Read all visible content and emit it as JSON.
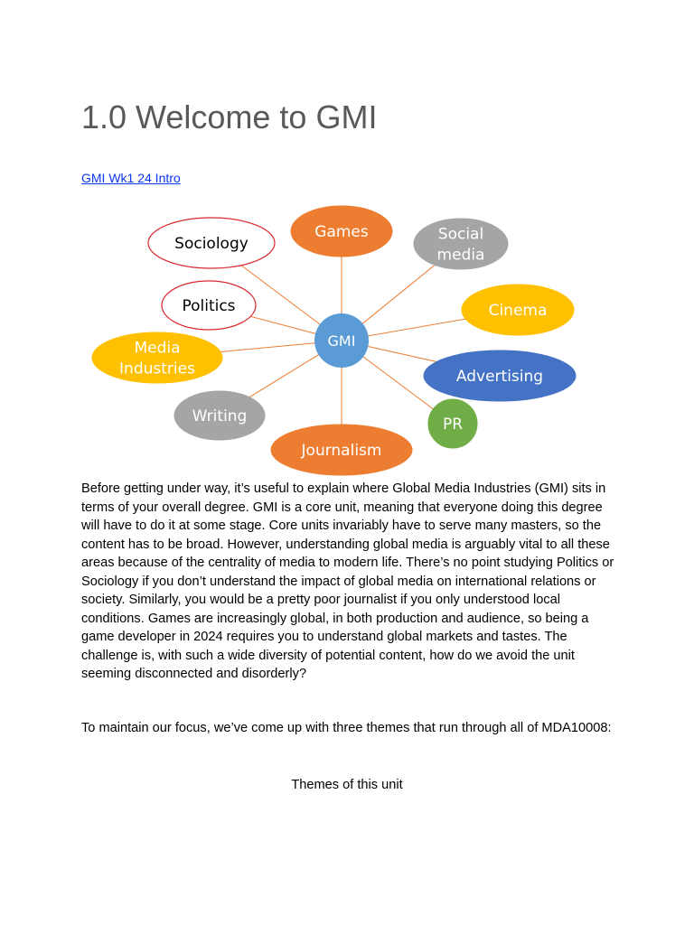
{
  "page_title": "1.0 Welcome to GMI",
  "link_text": "GMI Wk1 24 Intro",
  "diagram": {
    "center": "GMI",
    "nodes": [
      {
        "id": "sociology",
        "lines": [
          "Sociology"
        ],
        "fill": "#ffffff",
        "stroke": "#d9262e",
        "text_color": "#000000"
      },
      {
        "id": "games",
        "lines": [
          "Games"
        ],
        "fill": "#ed7d31",
        "stroke": "#ed7d31",
        "text_color": "#ffffff"
      },
      {
        "id": "social-media",
        "lines": [
          "Social",
          "media"
        ],
        "fill": "#a5a5a5",
        "stroke": "#a5a5a5",
        "text_color": "#ffffff"
      },
      {
        "id": "politics",
        "lines": [
          "Politics"
        ],
        "fill": "#ffffff",
        "stroke": "#d9262e",
        "text_color": "#000000"
      },
      {
        "id": "cinema",
        "lines": [
          "Cinema"
        ],
        "fill": "#ffc000",
        "stroke": "#ffc000",
        "text_color": "#ffffff"
      },
      {
        "id": "media-industries",
        "lines": [
          "Media",
          "Industries"
        ],
        "fill": "#ffc000",
        "stroke": "#ffc000",
        "text_color": "#ffffff"
      },
      {
        "id": "advertising",
        "lines": [
          "Advertising"
        ],
        "fill": "#4472c4",
        "stroke": "#4472c4",
        "text_color": "#ffffff"
      },
      {
        "id": "writing",
        "lines": [
          "Writing"
        ],
        "fill": "#a5a5a5",
        "stroke": "#a5a5a5",
        "text_color": "#ffffff"
      },
      {
        "id": "pr",
        "lines": [
          "PR"
        ],
        "fill": "#70ad47",
        "stroke": "#70ad47",
        "text_color": "#ffffff"
      },
      {
        "id": "journalism",
        "lines": [
          "Journalism"
        ],
        "fill": "#ed7d31",
        "stroke": "#ed7d31",
        "text_color": "#ffffff"
      }
    ],
    "center_fill": "#5b9bd5",
    "line_color": "#ed7d31"
  },
  "paragraphs": [
    "Before getting under way, it’s useful to explain where Global Media Industries (GMI) sits in terms of your overall degree. GMI is a core unit, meaning that everyone doing this degree will have to do it at some stage. Core units invariably have to serve many masters, so the content has to be broad. However, understanding global media is arguably vital to all these areas because of the centrality of media to modern life. There’s no point studying Politics or Sociology if you don’t understand the impact of global media on international relations or society. Similarly, you would be a pretty poor journalist if you only understood local conditions. Games are increasingly global, in both production and audience, so being a game developer in 2024 requires you to understand global markets and tastes. The challenge is, with such a wide diversity of potential content, how do we avoid the unit seeming disconnected and disorderly?",
    "To maintain our focus, we’ve come up with three themes that run through all of MDA10008:"
  ],
  "caption": "Themes of this unit"
}
